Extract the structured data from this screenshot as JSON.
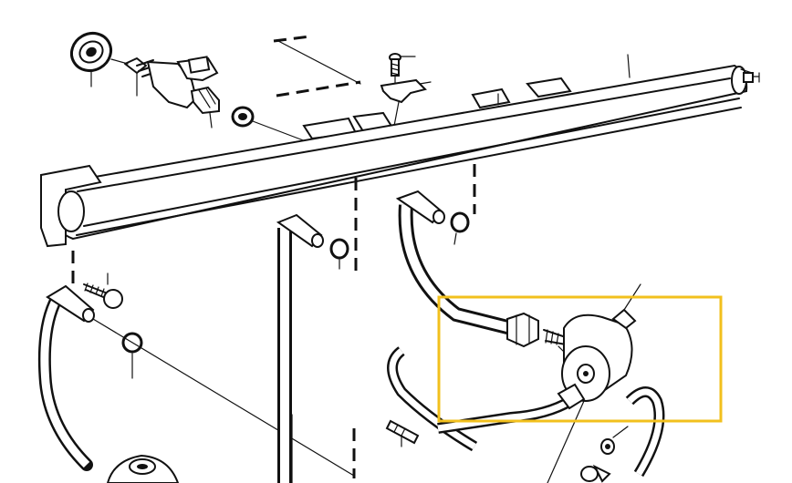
{
  "diagram": {
    "highlight_color": "#f2c01d",
    "ink_color": "#111111",
    "background_color": "#ffffff",
    "parts": [
      "fuel-rail",
      "fuel-injector",
      "injector-seal-ring",
      "injector-o-ring",
      "rail-clip",
      "clip-screw",
      "banjo-bolt",
      "sealing-washer",
      "fuel-hose",
      "hose-union-nut",
      "fuel-pressure-regulator",
      "vacuum-hose",
      "hose-clamp",
      "rubber-mount"
    ]
  }
}
